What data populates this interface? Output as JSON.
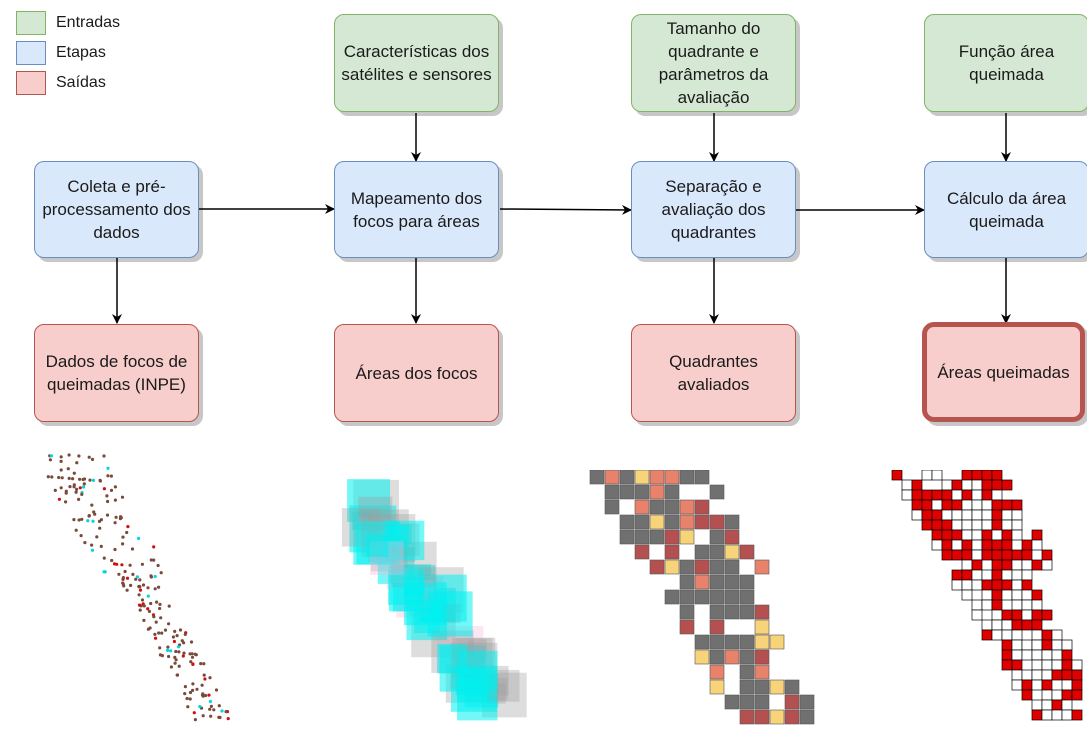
{
  "legend": [
    {
      "label": "Entradas",
      "fill": "#d5e8d4",
      "stroke": "#82b366"
    },
    {
      "label": "Etapas",
      "fill": "#dae8fc",
      "stroke": "#6c8ebf"
    },
    {
      "label": "Saídas",
      "fill": "#f8cecc",
      "stroke": "#b85450"
    }
  ],
  "inputs": {
    "satelites": "Características dos satélites e sensores",
    "quadrante": "Tamanho do quadrante e parâmetros da avaliação",
    "funcao": "Função área queimada"
  },
  "steps": {
    "coleta": "Coleta e pré-processamento dos dados",
    "mapeamento": "Mapeamento dos focos para áreas",
    "separacao": "Separação e avaliação dos quadrantes",
    "calculo": "Cálculo da área queimada"
  },
  "outputs": {
    "dados": "Dados de focos de queimadas (INPE)",
    "areas_focos": "Áreas dos focos",
    "quadrantes": "Quadrantes avaliados",
    "areas_queimadas": "Áreas queimadas"
  },
  "colors": {
    "arrow": "#000000",
    "dot_brown": "#7a4a3a",
    "dot_red": "#cc1111",
    "dot_cyan": "#00d6e0",
    "area_cyan": "#00f0f0",
    "area_pink": "#f4b6d8",
    "cell_gray": "#707070",
    "heat_low": "#b55050",
    "heat_mid": "#e8826a",
    "heat_high": "#f7d37a",
    "burn_red": "#e00000"
  }
}
